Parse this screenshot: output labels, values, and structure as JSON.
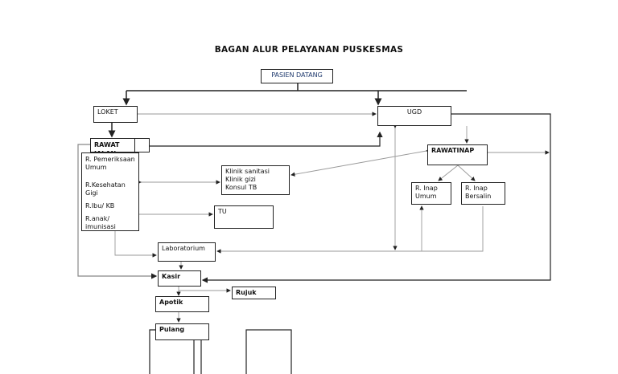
{
  "title": "BAGAN ALUR PELAYANAN PUSKESMAS",
  "nodes": {
    "pasien_datang": "PASIEN DATANG",
    "loket": "LOKET",
    "ugd": "UGD",
    "rawat_jalan": "RAWAT JALAN",
    "rawat_jalan_rooms": [
      "R. Pemeriksaan Umum",
      "R.Kesehatan Gigi",
      "R.Ibu/ KB",
      "R.anak/ imunisasi"
    ],
    "klinik": [
      "Klinik sanitasi",
      "Klinik gizi",
      "Konsul TB"
    ],
    "tu": "TU",
    "rawat_inap": "RAWATINAP",
    "r_inap_umum": "R. Inap Umum",
    "r_inap_bersalin": "R. Inap Bersalin",
    "laboratorium": "Laboratorium",
    "kasir": "Kasir",
    "rujuk": "Rujuk",
    "apotik": "Apotik",
    "pulang": "Pulang"
  },
  "colors": {
    "pasien_datang_text": "#1f3a6e",
    "line_dark": "#222222",
    "line_light": "#aaaaaa"
  }
}
